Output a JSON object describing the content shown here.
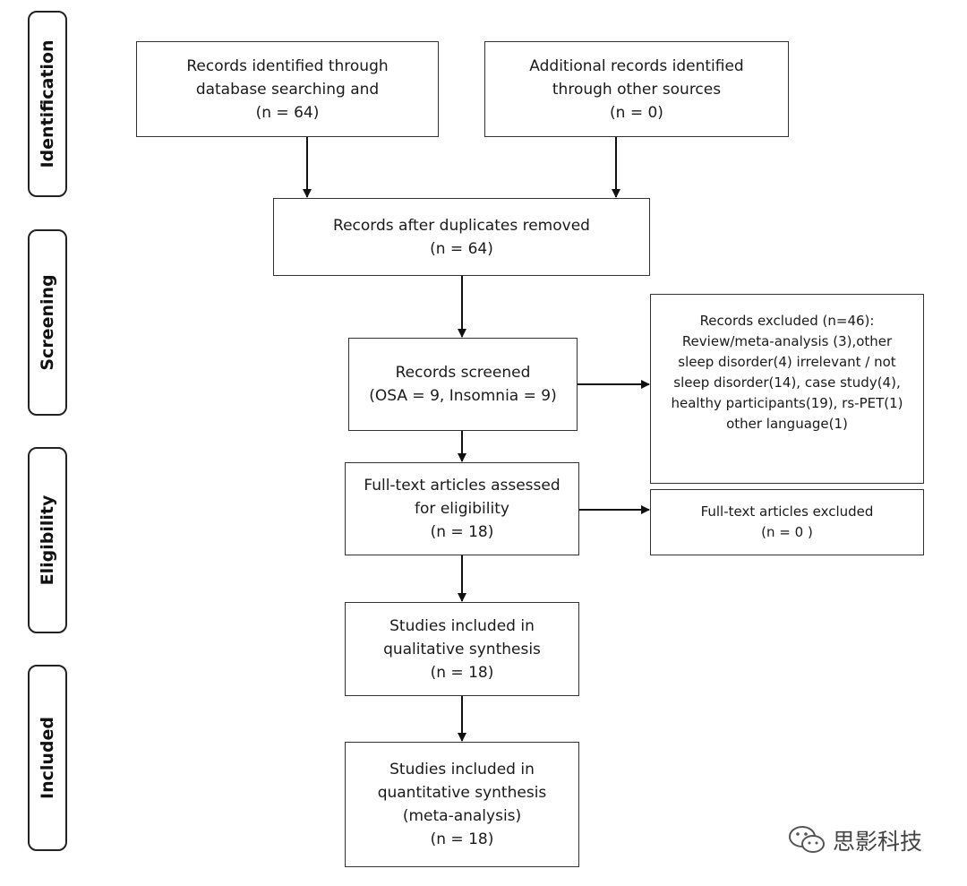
{
  "stages": {
    "identification": "Identification",
    "screening": "Screening",
    "eligibility": "Eligibility",
    "included": "Included"
  },
  "boxes": {
    "database_records": [
      "Records identified through",
      "database searching and",
      "(n = 64)"
    ],
    "other_sources": [
      "Additional records identified",
      "through other sources",
      "(n = 0)"
    ],
    "duplicates_removed": [
      "Records after duplicates removed",
      "(n = 64)"
    ],
    "screened": [
      "Records screened",
      "(OSA = 9, Insomnia = 9)"
    ],
    "excluded": [
      "Records excluded (n=46):",
      "Review/meta-analysis (3),other",
      "sleep disorder(4) irrelevant / not",
      "sleep disorder(14), case study(4),",
      "healthy participants(19), rs-PET(1)",
      "other language(1)"
    ],
    "fulltext_assessed": [
      "Full-text articles assessed",
      "for eligibility",
      "(n = 18)"
    ],
    "fulltext_excluded": [
      "Full-text articles excluded",
      "(n = 0 )"
    ],
    "qualitative": [
      "Studies included in",
      "qualitative synthesis",
      "(n = 18)"
    ],
    "quantitative": [
      "Studies included in",
      "quantitative synthesis",
      "(meta-analysis)",
      "(n = 18)"
    ]
  },
  "watermark": {
    "text": "思影科技",
    "icon": "wechat-icon"
  }
}
